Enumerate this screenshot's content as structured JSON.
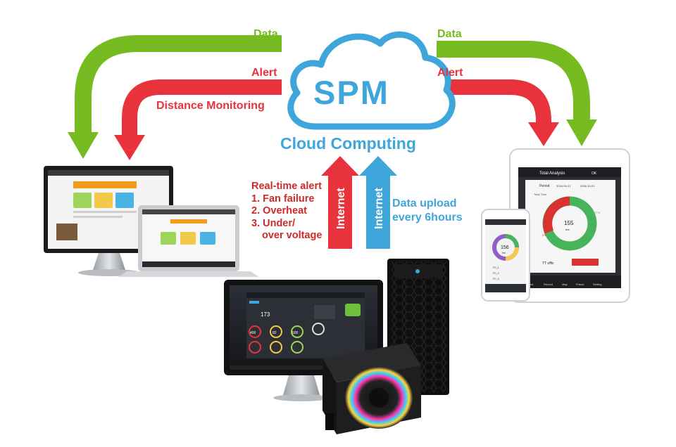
{
  "diagram": {
    "hub": {
      "logo_text": "SPM",
      "caption": "Cloud Computing"
    },
    "left_flow": {
      "data_label": "Data",
      "alert_label": "Alert",
      "monitoring_label": "Distance Monitoring"
    },
    "right_flow": {
      "data_label": "Data",
      "alert_label": "Alert"
    },
    "internet_labels": {
      "alert_arrow": "Internet",
      "upload_arrow": "Internet"
    },
    "realtime_alert": {
      "title": "Real-time alert",
      "items": [
        "1. Fan failure",
        "2. Overheat",
        "3. Under/",
        "over voltage"
      ]
    },
    "data_upload": {
      "lines": [
        "Data upload",
        "every 6hours"
      ]
    },
    "devices": {
      "tablet": {
        "title": "Total Analysis",
        "ok": "OK",
        "period_label": "Period",
        "period_start": "2016-09-21",
        "period_end": "2016-10-01",
        "subtitle": "Total Time",
        "ring_value": "155",
        "ring_unit": "hrs",
        "pct_a": "27%",
        "pct_b": "2%",
        "row_label": "TT offic",
        "nav": [
          "Feed",
          "Record",
          "Map",
          "Friend",
          "Setting"
        ]
      },
      "phone": {
        "ring_value": "156",
        "ring_unit": "hrs",
        "rows": [
          "PC_1",
          "PC_2",
          "PC_3"
        ]
      },
      "desktop_monitor": {
        "readout_1": "173",
        "readout_2": "400",
        "readout_3": "82",
        "readout_4": "500"
      }
    },
    "colors": {
      "green": "#76bb21",
      "red": "#e8323c",
      "blue": "#3fa6dc"
    }
  }
}
